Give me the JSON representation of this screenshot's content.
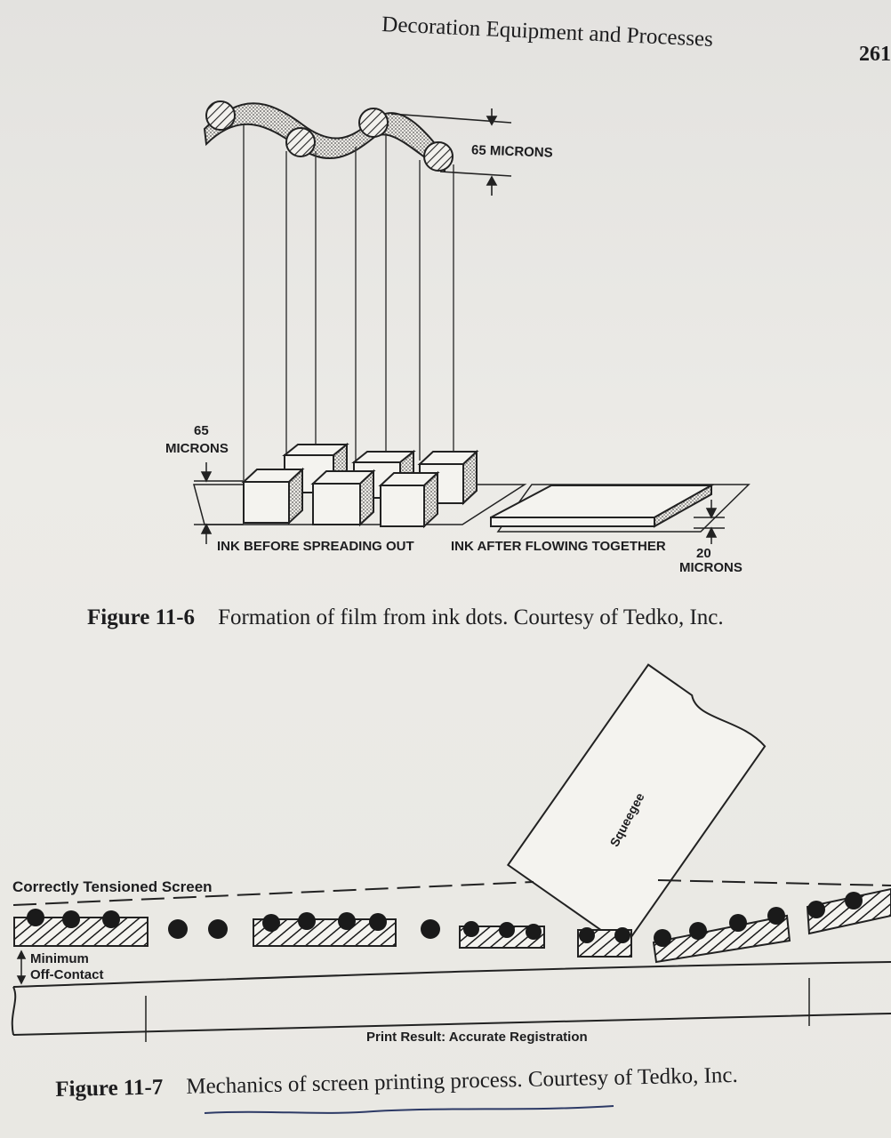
{
  "header": {
    "title": "Decoration Equipment and Processes",
    "page_number": "261"
  },
  "figure_11_6": {
    "label_65_microns_top": "65 MICRONS",
    "label_65": "65",
    "label_microns": "MICRONS",
    "label_before": "INK BEFORE SPREADING OUT",
    "label_after": "INK AFTER FLOWING TOGETHER",
    "label_20": "20",
    "label_20_microns": "MICRONS",
    "caption_number": "Figure 11-6",
    "caption_text": "Formation of film from ink dots. Courtesy of Tedko, Inc."
  },
  "figure_11_7": {
    "label_screen": "Correctly Tensioned Screen",
    "label_squeegee": "Squeegee",
    "label_minimum": "Minimum",
    "label_off_contact": "Off-Contact",
    "label_result": "Print Result: Accurate Registration",
    "caption_number": "Figure 11-7",
    "caption_text": "Mechanics of screen printing process. Courtesy of Tedko, Inc."
  }
}
